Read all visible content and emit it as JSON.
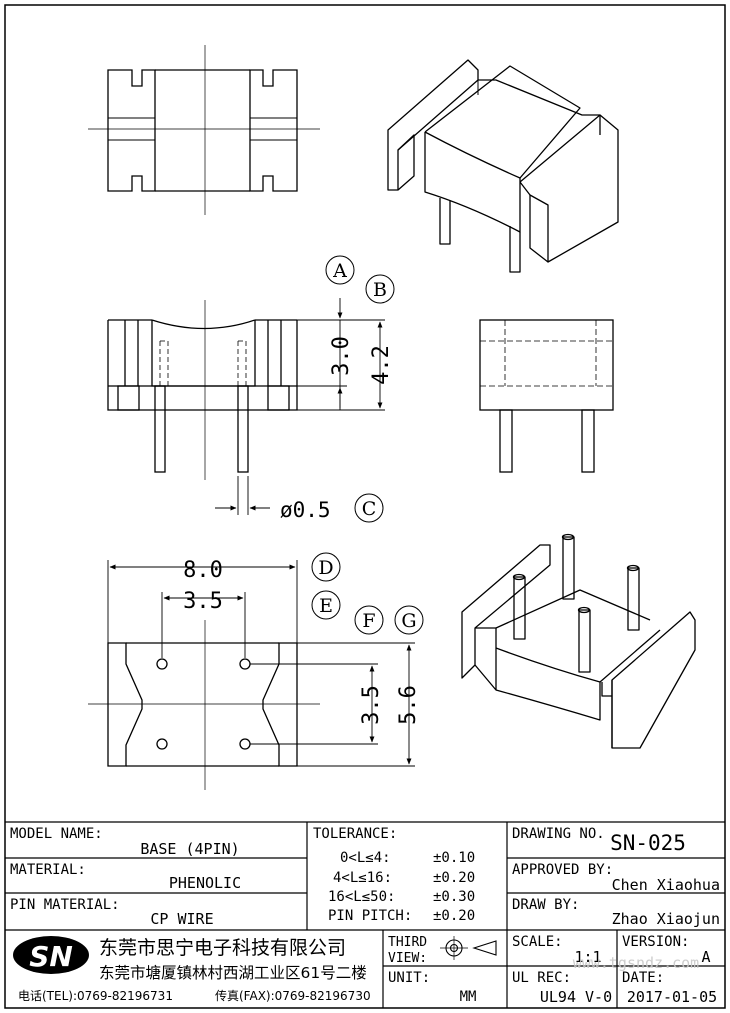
{
  "dimensions": {
    "d_30": "3.0",
    "d_42": "4.2",
    "d_pin": "ø0.5",
    "d_80": "8.0",
    "d_35h": "3.5",
    "d_35v": "3.5",
    "d_56": "5.6"
  },
  "markers": {
    "a": "A",
    "b": "B",
    "c": "C",
    "d": "D",
    "e": "E",
    "f": "F",
    "g": "G"
  },
  "title_block": {
    "model_name_label": "MODEL NAME:",
    "model_name": "BASE (4PIN)",
    "material_label": "MATERIAL:",
    "material": "PHENOLIC",
    "pin_material_label": "PIN MATERIAL:",
    "pin_material": "CP WIRE",
    "tolerance_label": "TOLERANCE:",
    "tolerances": [
      {
        "range": "0<L≤4:",
        "value": "±0.10"
      },
      {
        "range": "4<L≤16:",
        "value": "±0.20"
      },
      {
        "range": "16<L≤50:",
        "value": "±0.30"
      },
      {
        "range": "PIN PITCH:",
        "value": "±0.20"
      }
    ],
    "drawing_no_label": "DRAWING NO.",
    "drawing_no": "SN-025",
    "approved_by_label": "APPROVED BY:",
    "approved_by": "Chen Xiaohua",
    "draw_by_label": "DRAW BY:",
    "draw_by": "Zhao Xiaojun",
    "logo_text": "SN",
    "company_name": "东莞市思宁电子科技有限公司",
    "company_address": "东莞市塘厦镇林村西湖工业区61号二楼",
    "phone": "电话(TEL):0769-82196731",
    "fax": "传真(FAX):0769-82196730",
    "third_view_label_1": "THIRD",
    "third_view_label_2": "VIEW:",
    "unit_label": "UNIT:",
    "unit": "MM",
    "scale_label": "SCALE:",
    "scale": "1:1",
    "version_label": "VERSION:",
    "version": "A",
    "ul_rec_label": "UL REC:",
    "ul_rec": "UL94 V-0",
    "date_label": "DATE:",
    "date": "2017-01-05",
    "watermark": "www.tgsndz.com"
  }
}
